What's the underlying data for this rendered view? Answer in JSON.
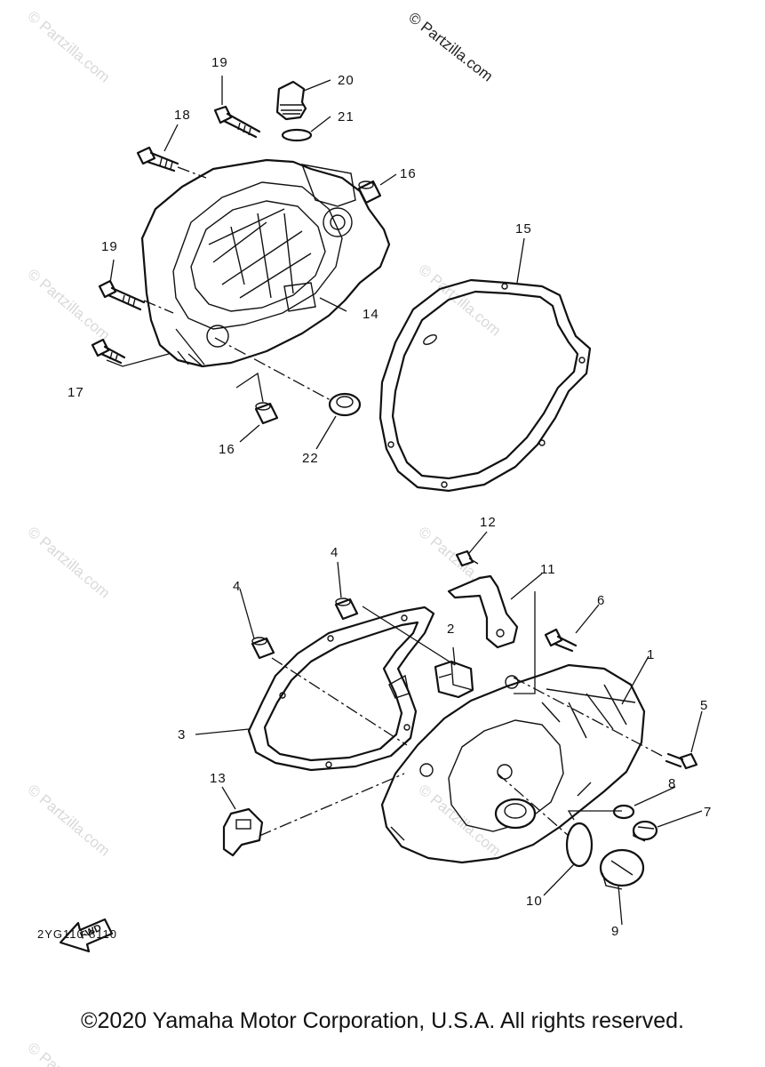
{
  "site_mark": "© Partzilla.com",
  "watermark_text": "© Partzilla.com",
  "diagram_code": "2YG110-8110",
  "fwd_label": "FWD",
  "copyright": "©2020 Yamaha Motor Corporation, U.S.A. All rights reserved.",
  "callouts": {
    "c1": "1",
    "c2": "2",
    "c3": "3",
    "c4a": "4",
    "c4b": "4",
    "c5": "5",
    "c6": "6",
    "c7": "7",
    "c8": "8",
    "c9": "9",
    "c10": "10",
    "c11": "11",
    "c12": "12",
    "c13": "13",
    "c14": "14",
    "c15": "15",
    "c16a": "16",
    "c16b": "16",
    "c17": "17",
    "c18": "18",
    "c19a": "19",
    "c19b": "19",
    "c20": "20",
    "c21": "21",
    "c22": "22"
  },
  "colors": {
    "ink": "#111111",
    "watermark": "#d9d9d9",
    "background": "#ffffff"
  }
}
